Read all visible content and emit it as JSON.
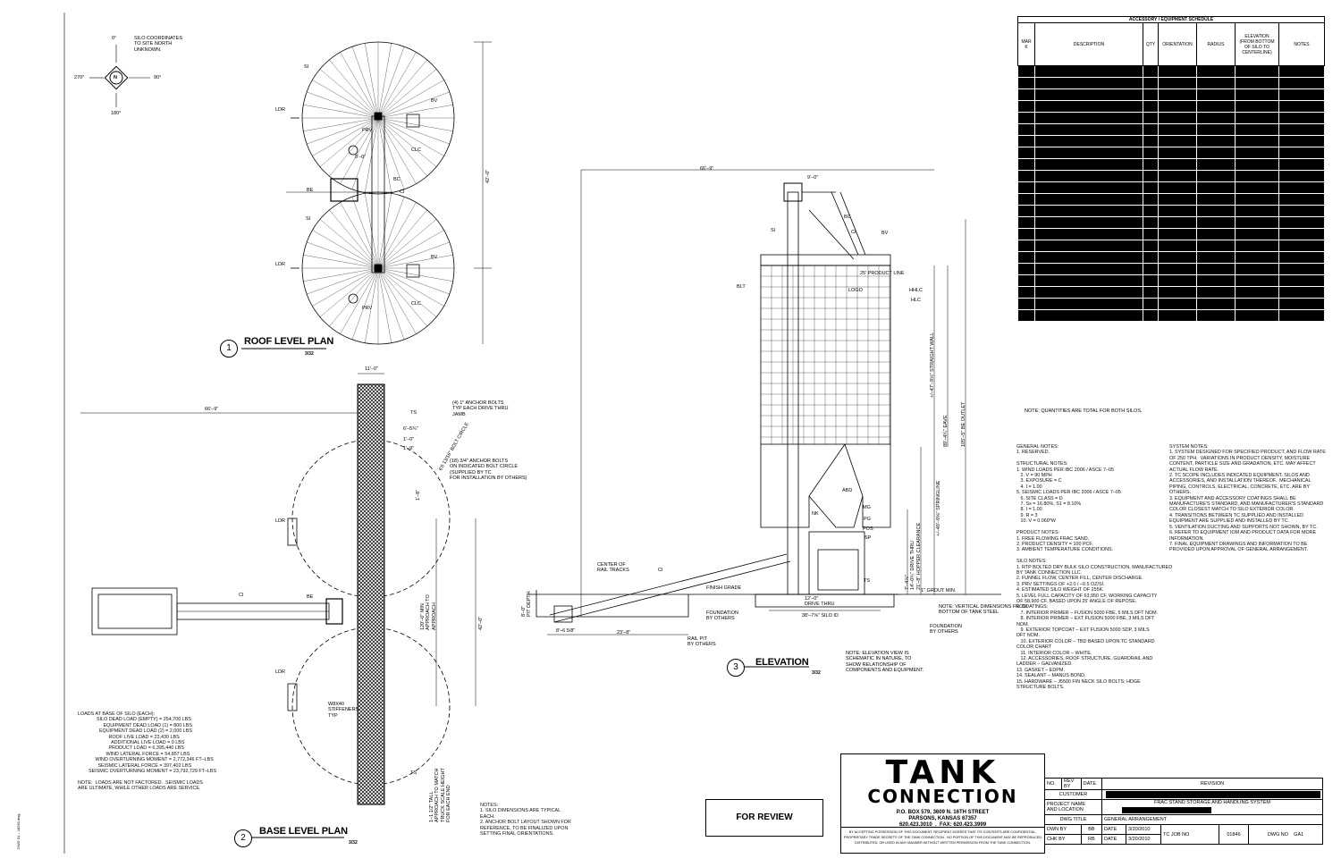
{
  "compass": {
    "north": "0°",
    "east": "90°",
    "south": "180°",
    "west": "270°",
    "letter": "N",
    "note": "SILO COORDINATES\nTO SITE NORTH\nUNKNOWN."
  },
  "views": {
    "roof": {
      "num": "1",
      "title": "ROOF LEVEL PLAN",
      "scale": "3/32"
    },
    "base": {
      "num": "2",
      "title": "BASE LEVEL PLAN",
      "scale": "3/32"
    },
    "elev": {
      "num": "3",
      "title": "ELEVATION",
      "scale": "3/32"
    }
  },
  "tags": {
    "si": "SI",
    "ldr": "LDR",
    "bv": "BV",
    "prv": "PRV",
    "clc": "CLC",
    "bc": "BC",
    "ci": "CI",
    "be": "BE",
    "ts": "TS",
    "blt": "BLT",
    "logo": "LOGO",
    "hhlc": "HHLC",
    "hlc": "HLC",
    "abd": "ABD",
    "nk": "NK",
    "mg": "MG",
    "pg": "PG",
    "pos": "POS",
    "sp": "SP"
  },
  "dims": {
    "roof_w": "9'–0\"",
    "roof_h": "42'–0\"",
    "base_top": "11'–0\"",
    "base_left": "66'–9\"",
    "base_right": "42'–0\"",
    "bolts1": "(4) 1\" ANCHOR BOLTS\nTYP EACH DRIVE THRU\nJAMB",
    "bolts2": "(18) 3/4\" ANCHOR BOLTS\nON INDICATED BOLT CIRCLE\n(SUPPLIED BY TC\nFOR INSTALLATION BY OTHERS)",
    "bolt_circle": "6'6 13/16\" BOLT CIRCLE",
    "d1": "6'–5¾\"",
    "d2": "1'–0\"",
    "d3": "1'–9\"",
    "d4": "1'–8\"",
    "approach": "120'–0\" MIN\nAPPROACH TO\nAPPROACH",
    "stiff": "W8X40\nSTIFFENERS\nTYP",
    "truck": "1–1 1/2\" TALL\nAPPROACH TO MATCH\nTRUCK SCALE HEIGHT\nFOR EACH END",
    "elev_top": "66'–9\"",
    "elev_9": "9'–0\"",
    "product_line": "25' PRODUCT LINE",
    "straight": "+/–47'–9½\" STRAIGHT WALL",
    "eave": "89'–4¾\" EAVE",
    "outlet": "105'–5\" BE OUTLET",
    "spring": "+/–40'–9⅜\" SPRINGLINE",
    "dims_lower": "7'–4⅞\"\n14'–0¾\" DRIVE THRU\n21'–8\" HOPPER CLEARANCE",
    "ispout": "14'–0½\" SPOUT",
    "grout": "1\" GROUT MIN.",
    "vnote": "NOTE: VERTICAL DIMENSIONS FROM\nBOTTOM OF TANK STEEL",
    "drive": "12'–0\"\nDRIVE THRU",
    "silo_id": "38'–7⅝\" SILO ID",
    "found1": "FOUNDATION\nBY OTHERS",
    "found2": "FOUNDATION\nBY OTHERS",
    "finish": "FINISH GRADE",
    "rail_center": "CENTER OF\nRAIL TRACKS",
    "rail_pit": "RAIL PIT\nBY OTHERS",
    "pit": "8'–0\"\nPIT DEPTH",
    "b1": "8'–6 5/8\"",
    "b2": "23'–8\"",
    "elev_note": "NOTE: ELEVATION VIEW IS\nSCHEMATIC IN NATURE, TO\nSHOW RELATIONSHIP OF\nCOMPONENTS AND EQUIPMENT."
  },
  "loads": "LOADS AT BASE OF SILO (EACH):\n              SILO DEAD LOAD (EMPTY) = 254,700 LBS\n                   EQUIPMENT DEAD LOAD (1) = 800 LBS\n                EQUIPMENT DEAD LOAD (2) = 2,000 LBS\n                       ROOF LIVE LOAD = 23,430 LBS\n                         ADDITIONAL LIVE LOAD = 0 LBS\n                       PRODUCT LOAD = 6,395,440 LBS\n                     WIND LATERAL FORCE = 54,857 LBS\n             WIND OVERTURNING MOMENT = 2,772,346 FT–LBS\n               SEISMIC LATERAL FORCE = 397,402 LBS\n        SEISMIC OVERTURNING MOMENT = 23,792,729 FT–LBS\n\nNOTE:  LOADS ARE NOT FACTORED.  SEISMIC LOADS\nARE ULTIMATE, WHILE OTHER LOADS ARE SERVICE.",
  "base_notes": "NOTES:\n1. SILO DIMENSIONS ARE TYPICAL\nEACH.\n2. ANCHOR BOLT LAYOUT SHOWN FOR\nREFERENCE, TO BE FINALIZED UPON\nSETTING FINAL ORIENTATIONS.",
  "general_notes": "GENERAL NOTES:\n1. RESERVED.\n\nSTRUCTURAL NOTES:\n1. WIND LOADS PER IBC 2006 / ASCE 7–05\n   2. V = 90 MPH\n   3. EXPOSURE = C\n   4. I = 1.00\n5. SEISMIC LOADS PER IBC 2006 / ASCE 7–05\n   6. SITE CLASS = D\n   7. Ss = 16.80%, S1 = 8.10%\n   8. I = 1.00\n   9. R = 3\n   10. V = 0.060*W\n\nPRODUCT NOTES:\n1. FREE FLOWING FRAC SAND.\n2. PRODUCT DENSITY = 100 PCF.\n3. AMBIENT TEMPERATURE CONDITIONS.\n\nSILO NOTES:\n1. RTP BOLTED DRY BULK SILO CONSTRUCTION, MANUFACTURED\nBY TANK CONNECTION LLC.\n2. FUNNEL FLOW, CENTER FILL, CENTER DISCHARGE.\n3. PRV SETTINGS OF +2.0 / –0.5 OZ/SI.\n4. ESTIMATED SILO WEIGHT OF 255K.\n5. LEVEL FULL CAPACITY OF 63,950 CF, WORKING CAPACITY\nOF 58,900 CF, BASED UPON 25' ANGLE OF REPOSE.\n6. COATINGS:\n   7. INTERIOR PRIMER – FUSION 5000 FBE, 5 MILS DFT NOM.\n   8. INTERIOR PRIMER – EXT FUSION 5000 FBE, 3 MILS DFT\nNOM.\n   9. EXTERIOR TOPCOAT – EXT FUSION 5000 SDP, 3 MILS\nDFT NOM.\n   10. EXTERIOR COLOR – TBD BASED UPON TC STANDARD\nCOLOR CHART\n   11. INTERIOR COLOR – WHITE.\n   12. ACCESSORIES, ROOF STRUCTURE, GUARDRAIL AND\nLADDER – GALVANIZED.\n13. GASKET – EDPM.\n14. SEALANT – MANUS BOND.\n15. HARDWARE – J5500 FIN NECK SILO BOLTS; HDGE\nSTRUCTURE BOLTS.",
  "system_notes": "SYSTEM NOTES:\n1. SYSTEM DESIGNED FOR SPECIFIED PRODUCT, AND FLOW RATE\nOF 250 TPH.  VARIATIONS IN PRODUCT DENSITY, MOISTURE\nCONTENT, PARTICLE SIZE AND GRADATION, ETC. MAY AFFECT\nACTUAL FLOW RATE.\n2. TC SCOPE INCLUDES INDICATED EQUIPMENT, SILOS AND\nACCESSORIES, AND INSTALLATION THEREOF.  MECHANICAL\nPIPING, CONTROLS, ELECTRICAL, CONCRETE, ETC. ARE BY\nOTHERS.\n3. EQUIPMENT AND ACCESSORY COATINGS SHALL BE\nMANUFACTURE'S STANDARD, AND MANUFACTURER'S STANDARD\nCOLOR CLOSEST MATCH TO SILO EXTERIOR COLOR.\n4. TRANSITIONS BETWEEN TC SUPPLIED AND INSTALLED\nEQUIPMENT ARE SUPPLIED AND INSTALLED BY TC.\n5. VENTILATION DUCTING AND SUPPORTS NOT SHOWN, BY TC.\n6. REFER TO EQUIPMENT IOM AND PRODUCT DATA FOR MORE\nINFORMATION.\n7. FINAL EQUIPMENT DRAWINGS AND INFORMATION TO BE\nPROVIDED UPON APPROVAL OF GENERAL ARRANGEMENT.",
  "schedule": {
    "title": "ACCESSORY / EQUIPMENT SCHEDULE",
    "headers": [
      "MAR\nK",
      "DESCRIPTION",
      "QTY",
      "ORIENTATION",
      "RADIUS",
      "ELEVATION\n(FROM BOTTOM\nOF SILO TO\nCENTERLINE)",
      "NOTES"
    ],
    "note": "NOTE: QUANTITIES ARE TOTAL FOR BOTH SILOS."
  },
  "review": "FOR REVIEW",
  "company": {
    "name1": "TANK",
    "name2": "CONNECTION",
    "address": "P.O. BOX 579, 3609 N. 16TH STREET\nPARSONS, KANSAS 67357\n620.423.3010  .  FAX: 620.423.3999",
    "disclaimer": "BY ACCEPTING POSSESSION OF THIS DOCUMENT, RECIPIENT AGREES THAT ITS CONTENTS ARE CONFIDENTIAL,\nPROPRIETARY TRADE SECRETS OF THE TANK CONNECTION.  NO PORTION OF THIS DOCUMENT MAY BE REPRODUCED,\nDISTRIBUTED, OR USED IN ANY MANNER WITHOUT WRITTEN PERMISSION FROM THE TANK CONNECTION."
  },
  "titleblock": {
    "no": "NO.",
    "revby": "REV BY",
    "date": "DATE",
    "revision": "REVISION",
    "customer": "CUSTOMER",
    "project_lbl": "PROJECT NAME\nAND LOCATION",
    "project": "FRAC STAND STORAGE AND HANDLING SYSTEM",
    "dwg_title_lbl": "DWG TITLE",
    "dwg_title": "GENERAL ARRANGEMENT",
    "dwn_by": "DWN BY",
    "dwn": "BB",
    "chk_by": "CHK BY",
    "chk": "RB",
    "date1": "3/20/2010",
    "date2": "3/20/2010",
    "jobno_lbl": "TC JOB NO",
    "jobno": "01846",
    "dwgno_lbl": "DWG NO",
    "dwgno": "GA1"
  },
  "side_stamp": "DWG 01 – 18260.dwg"
}
